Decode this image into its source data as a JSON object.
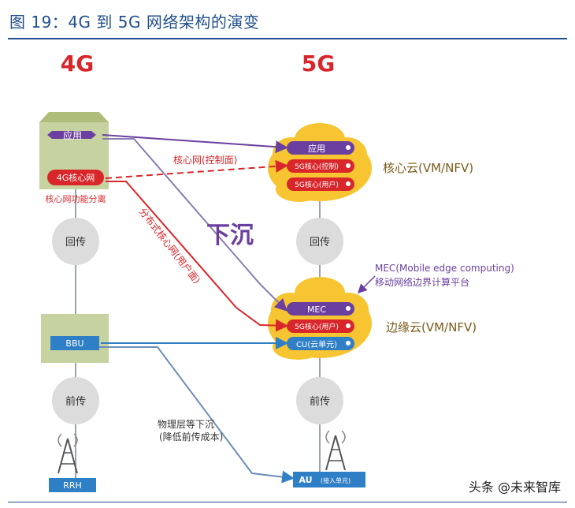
{
  "figure": {
    "title": "图 19：4G 到 5G 网络架构的演变",
    "credit": "头条 @未来智库"
  },
  "columns": {
    "left_label": "4G",
    "right_label": "5G"
  },
  "left": {
    "app": "应用",
    "core": "4G核心网",
    "core_note": "核心网功能分离",
    "backhaul": "回传",
    "bbu": "BBU",
    "fronthaul": "前传",
    "rrh": "RRH"
  },
  "right": {
    "core_cloud_items": [
      "应用",
      "5G核心(控制)",
      "5G核心(用户)"
    ],
    "core_cloud_label": "核心云(VM/NFV)",
    "backhaul": "回传",
    "edge_cloud_items": [
      "MEC",
      "5G核心(用户)",
      "CU(云单元)"
    ],
    "edge_cloud_label": "边缘云(VM/NFV)",
    "mec_note_line1": "MEC(Mobile edge computing)",
    "mec_note_line2": "移动网络边界计算平台",
    "fronthaul": "前传",
    "au": "AU",
    "au_sub": "(接入单元)"
  },
  "annotations": {
    "control_plane": "核心网(控制面)",
    "user_plane": "分布式核心网(用户面)",
    "sink": "下沉",
    "physical_line1": "物理层等下沉",
    "physical_line2": "(降低前传成本)"
  },
  "colors": {
    "red": "#d9262a",
    "purple": "#6b3fa0",
    "blue": "#2f7fc7",
    "cloud": "#f6c531",
    "grey_box": "#c6d2a0"
  }
}
